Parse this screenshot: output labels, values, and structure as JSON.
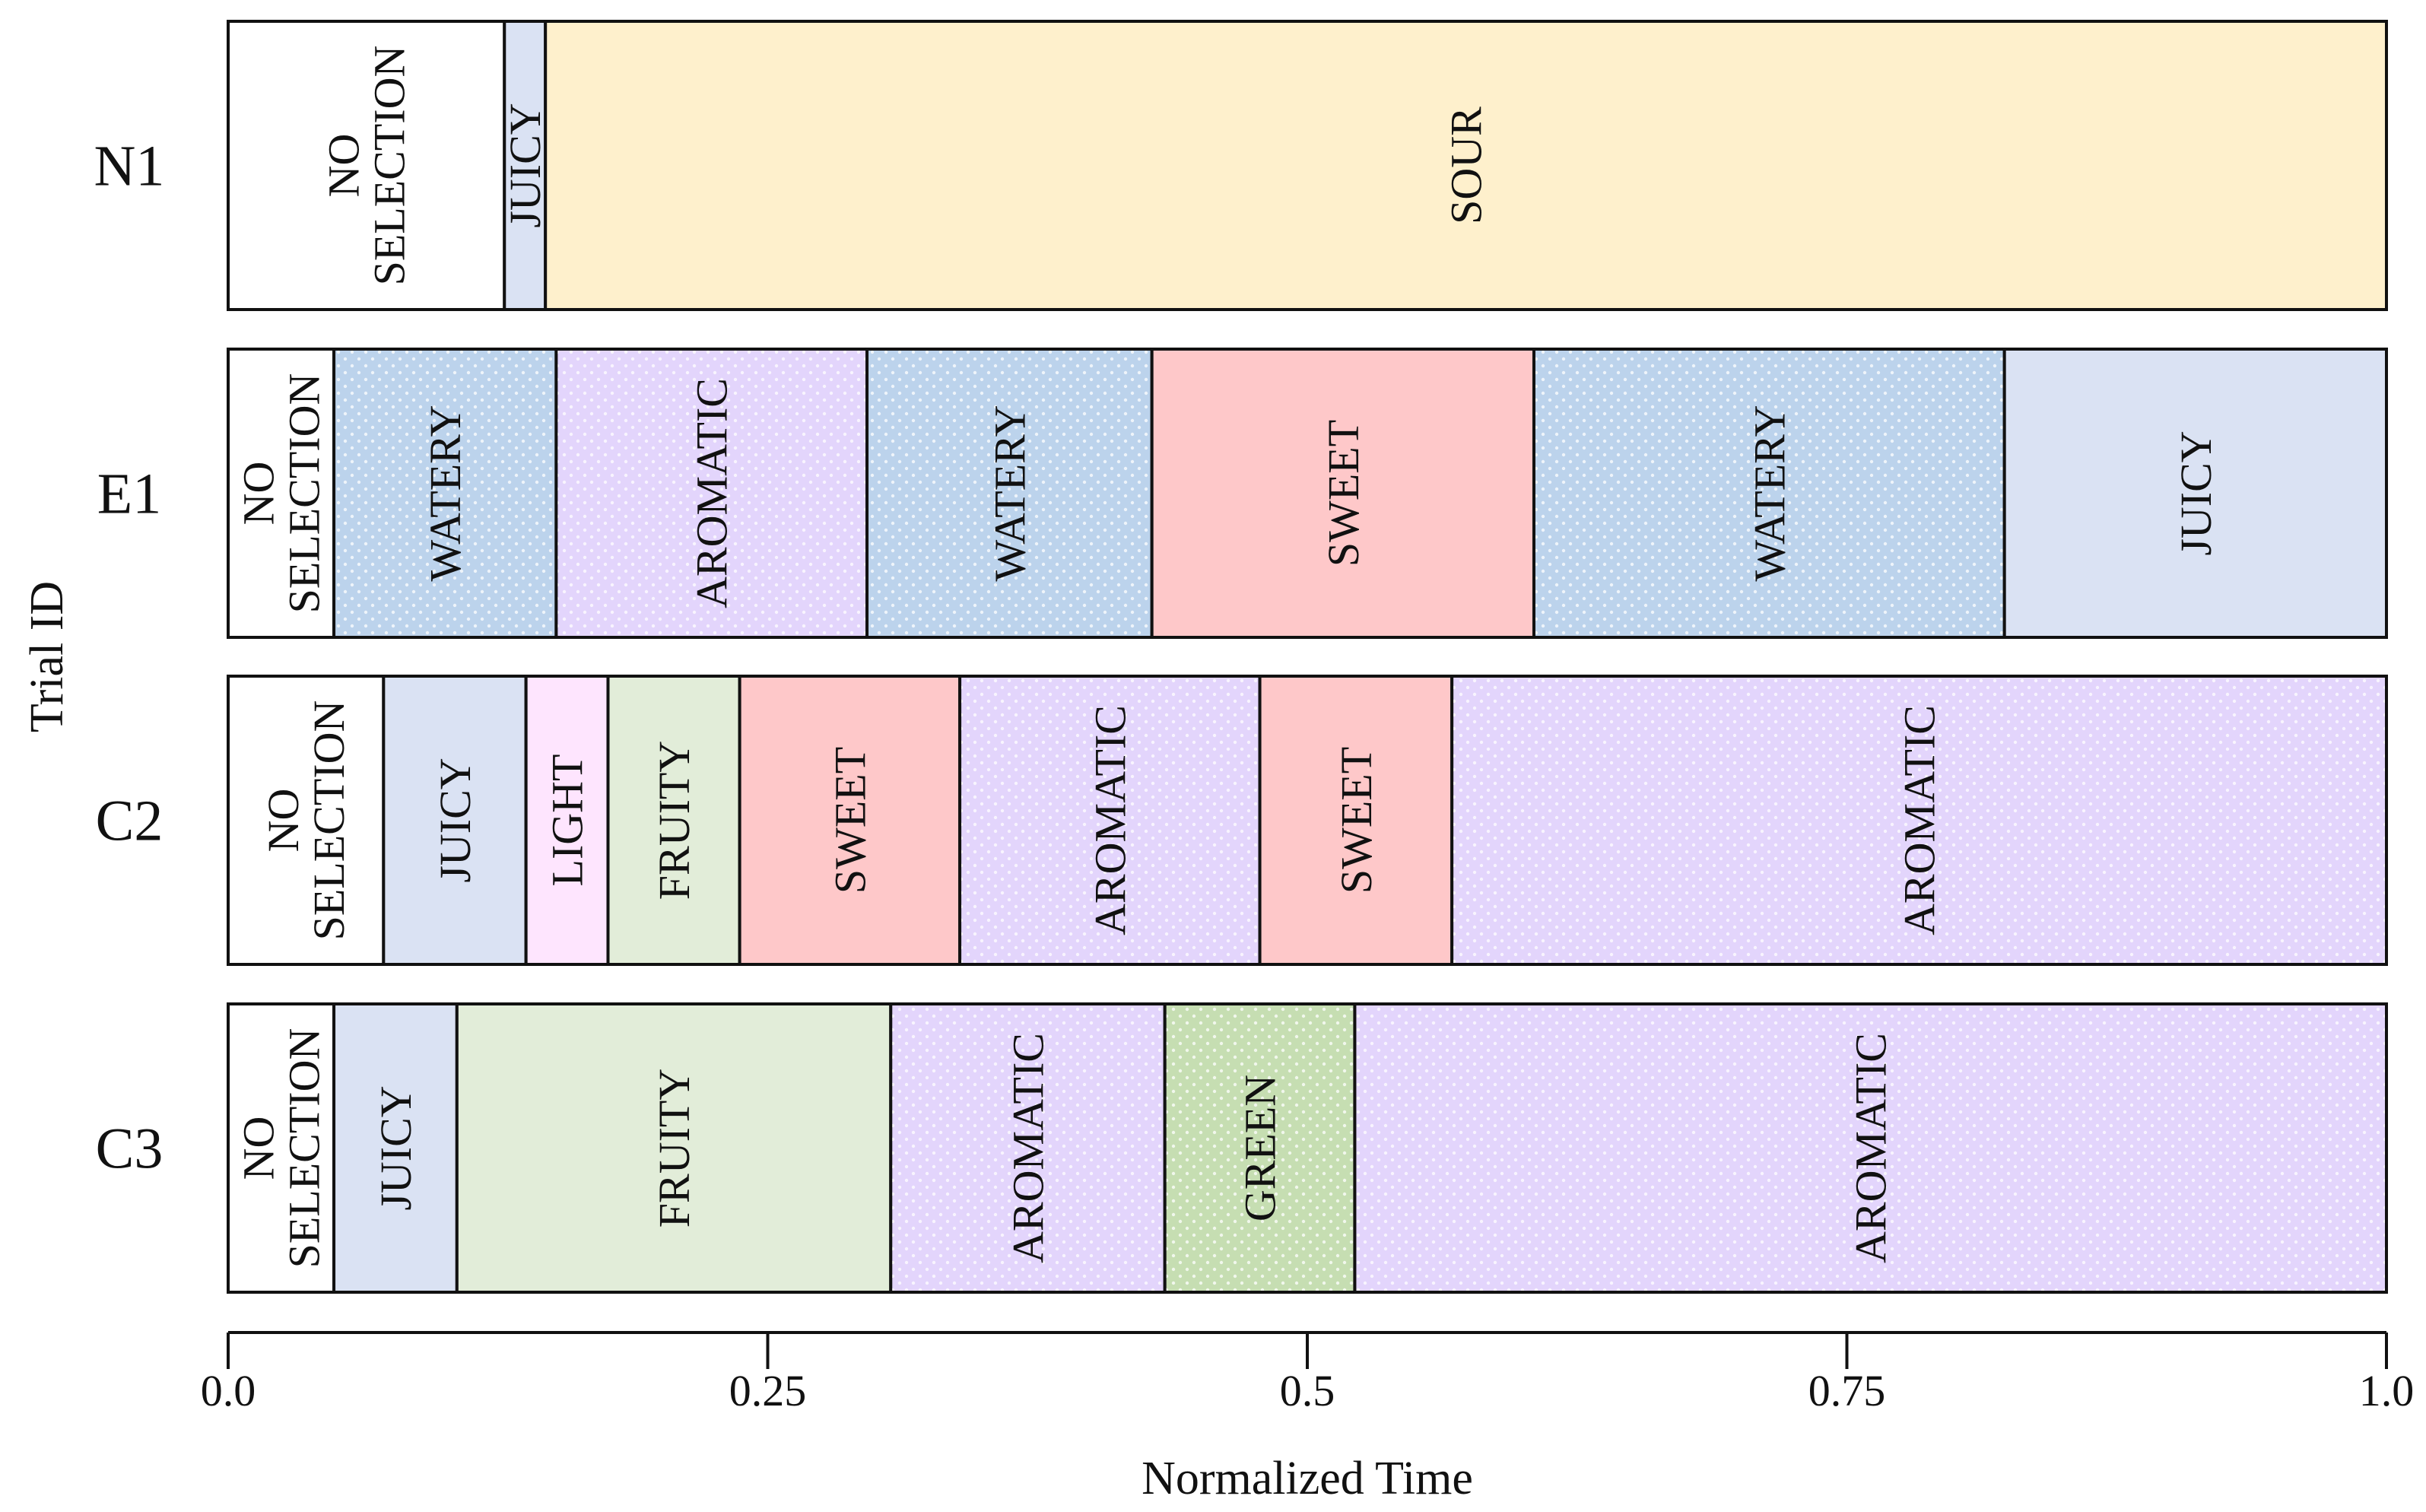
{
  "chart_data": {
    "type": "bar",
    "orientation": "horizontal-stacked",
    "title": "",
    "xlabel": "Normalized Time",
    "ylabel": "Trial ID",
    "xlim": [
      0.0,
      1.0
    ],
    "xticks": [
      0.0,
      0.25,
      0.5,
      0.75,
      1.0
    ],
    "xtick_labels": [
      "0.0",
      "0.25",
      "0.5",
      "0.75",
      "1.0"
    ],
    "grid": false,
    "legend": "none",
    "category_colors": {
      "NO SELECTION": "#ffffff",
      "JUICY": "#dae2f3",
      "SOUR": "#fef0cc",
      "WATERY": "#bcd3ec",
      "AROMATIC": "#e3d5fc",
      "SWEET": "#fec8c9",
      "LIGHT": "#fee5fe",
      "FRUITY": "#e2edd9",
      "GREEN": "#c6deb2"
    },
    "dotted_categories": [
      "WATERY",
      "AROMATIC",
      "GREEN"
    ],
    "rows": [
      {
        "id": "N1",
        "segments": [
          {
            "label": "NO SELECTION",
            "start": 0.0,
            "end": 0.128
          },
          {
            "label": "JUICY",
            "start": 0.128,
            "end": 0.147
          },
          {
            "label": "SOUR",
            "start": 0.147,
            "end": 1.0
          }
        ]
      },
      {
        "id": "E1",
        "segments": [
          {
            "label": "NO SELECTION",
            "start": 0.0,
            "end": 0.049
          },
          {
            "label": "WATERY",
            "start": 0.049,
            "end": 0.152
          },
          {
            "label": "AROMATIC",
            "start": 0.152,
            "end": 0.296
          },
          {
            "label": "WATERY",
            "start": 0.296,
            "end": 0.428
          },
          {
            "label": "SWEET",
            "start": 0.428,
            "end": 0.605
          },
          {
            "label": "WATERY",
            "start": 0.605,
            "end": 0.823
          },
          {
            "label": "JUICY",
            "start": 0.823,
            "end": 1.0
          }
        ]
      },
      {
        "id": "C2",
        "segments": [
          {
            "label": "NO SELECTION",
            "start": 0.0,
            "end": 0.072
          },
          {
            "label": "JUICY",
            "start": 0.072,
            "end": 0.138
          },
          {
            "label": "LIGHT",
            "start": 0.138,
            "end": 0.176
          },
          {
            "label": "FRUITY",
            "start": 0.176,
            "end": 0.237
          },
          {
            "label": "SWEET",
            "start": 0.237,
            "end": 0.339
          },
          {
            "label": "AROMATIC",
            "start": 0.339,
            "end": 0.478
          },
          {
            "label": "SWEET",
            "start": 0.478,
            "end": 0.567
          },
          {
            "label": "AROMATIC",
            "start": 0.567,
            "end": 1.0
          }
        ]
      },
      {
        "id": "C3",
        "segments": [
          {
            "label": "NO SELECTION",
            "start": 0.0,
            "end": 0.049
          },
          {
            "label": "JUICY",
            "start": 0.049,
            "end": 0.106
          },
          {
            "label": "FRUITY",
            "start": 0.106,
            "end": 0.307
          },
          {
            "label": "AROMATIC",
            "start": 0.307,
            "end": 0.434
          },
          {
            "label": "GREEN",
            "start": 0.434,
            "end": 0.522
          },
          {
            "label": "AROMATIC",
            "start": 0.522,
            "end": 1.0
          }
        ]
      }
    ]
  }
}
